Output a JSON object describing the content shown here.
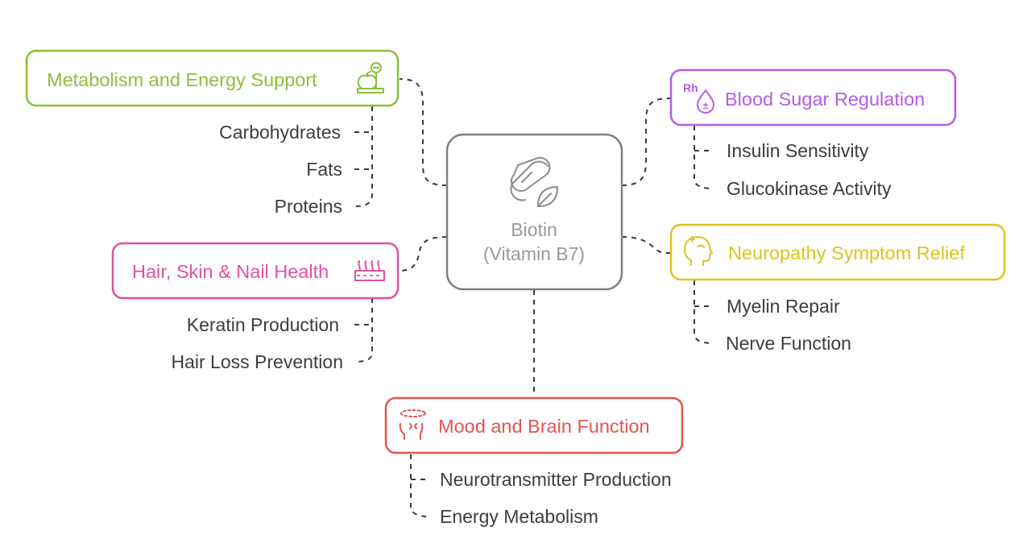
{
  "center": {
    "line1": "Biotin",
    "line2": "(Vitamin B7)",
    "icon": "capsule-leaf-icon"
  },
  "colors": {
    "metabolism": "#8dbf3a",
    "blood_sugar": "#b65be8",
    "hair": "#e0529e",
    "neuropathy": "#dcc41f",
    "mood": "#e3544f",
    "center_border": "#808080",
    "connector": "#3a3a3a"
  },
  "branches": {
    "metabolism": {
      "title": "Metabolism and Energy Support",
      "icon": "scale-apple-icon",
      "items": [
        "Carbohydrates",
        "Fats",
        "Proteins"
      ]
    },
    "blood_sugar": {
      "title": "Blood Sugar Regulation",
      "icon": "blood-drop-rh-icon",
      "icon_text": "Rh",
      "icon_sign": "±",
      "items": [
        "Insulin Sensitivity",
        "Glucokinase Activity"
      ]
    },
    "hair": {
      "title": "Hair, Skin & Nail Health",
      "icon": "hair-follicle-icon",
      "items": [
        "Keratin Production",
        "Hair Loss Prevention"
      ]
    },
    "neuropathy": {
      "title": "Neuropathy Symptom Relief",
      "icon": "head-cross-icon",
      "items": [
        "Myelin Repair",
        "Nerve Function"
      ]
    },
    "mood": {
      "title": "Mood and Brain Function",
      "icon": "dizzy-head-icon",
      "items": [
        "Neurotransmitter Production",
        "Energy Metabolism"
      ]
    }
  }
}
